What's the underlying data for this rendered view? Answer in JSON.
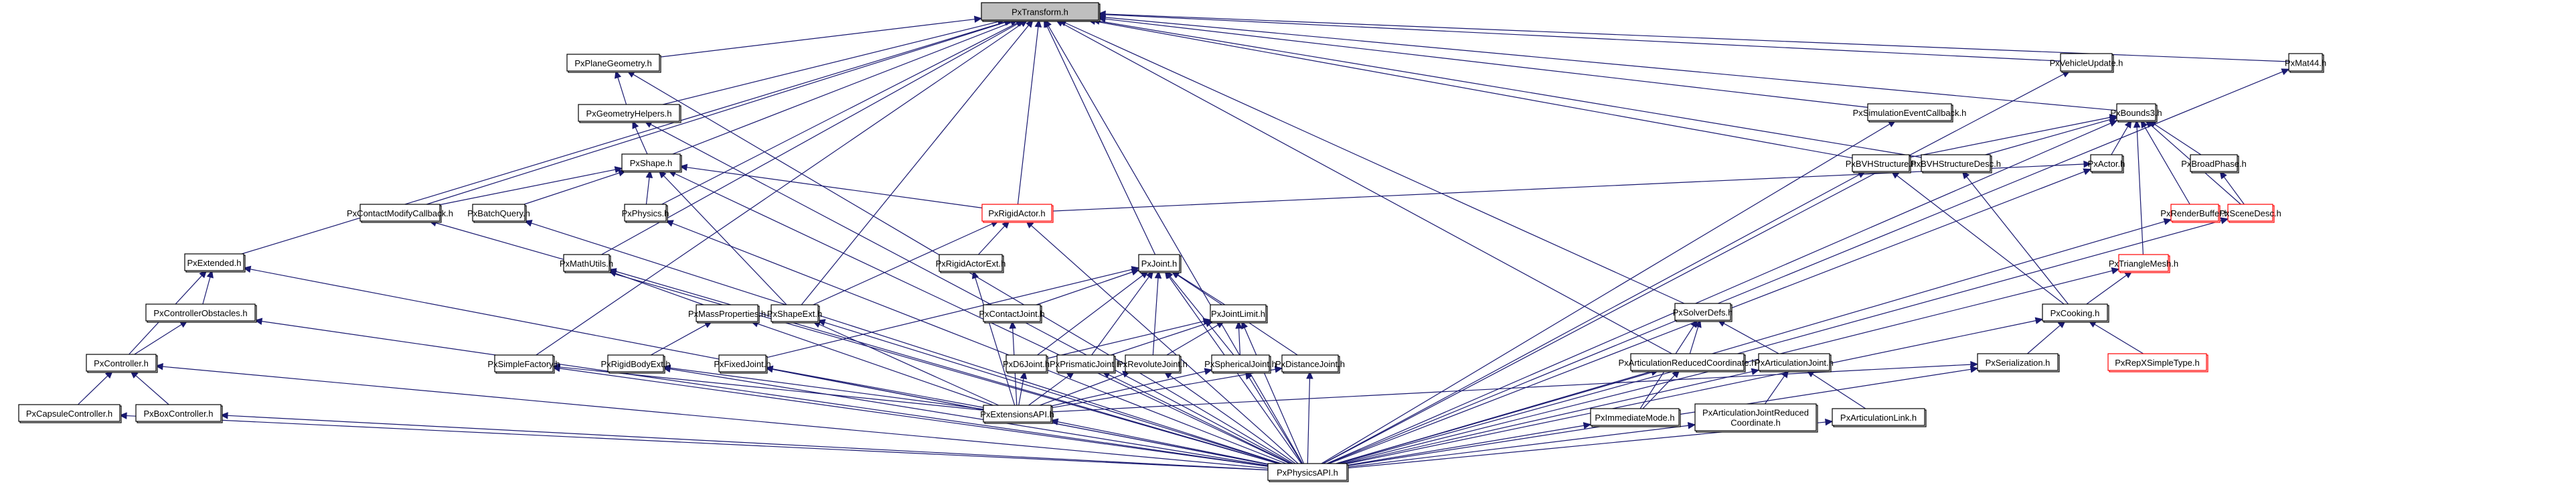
{
  "graph": {
    "title": "PxTransform.h",
    "description": "Doxygen included-by dependency graph",
    "edge_color": "#191970",
    "node_border_default": "#000000",
    "node_border_incomplete": "#ff0000",
    "root_fill": "#bfbfbf",
    "nodes": [
      {
        "id": "PxTransform",
        "label": "PxTransform.h",
        "style": "current"
      },
      {
        "id": "PxPlaneGeometry",
        "label": "PxPlaneGeometry.h",
        "style": "normal"
      },
      {
        "id": "PxGeometryHelpers",
        "label": "PxGeometryHelpers.h",
        "style": "normal"
      },
      {
        "id": "PxShape",
        "label": "PxShape.h",
        "style": "normal"
      },
      {
        "id": "PxContactModifyCallback",
        "label": "PxContactModifyCallback.h",
        "style": "normal"
      },
      {
        "id": "PxBatchQuery",
        "label": "PxBatchQuery.h",
        "style": "normal"
      },
      {
        "id": "PxPhysics",
        "label": "PxPhysics.h",
        "style": "normal"
      },
      {
        "id": "PxRigidActor",
        "label": "PxRigidActor.h",
        "style": "red"
      },
      {
        "id": "PxRigidActorExt",
        "label": "PxRigidActorExt.h",
        "style": "normal"
      },
      {
        "id": "PxExtended",
        "label": "PxExtended.h",
        "style": "normal"
      },
      {
        "id": "PxControllerObstacles",
        "label": "PxControllerObstacles.h",
        "style": "normal"
      },
      {
        "id": "PxController",
        "label": "PxController.h",
        "style": "normal"
      },
      {
        "id": "PxCapsuleController",
        "label": "PxCapsuleController.h",
        "style": "normal"
      },
      {
        "id": "PxBoxController",
        "label": "PxBoxController.h",
        "style": "normal"
      },
      {
        "id": "PxMathUtils",
        "label": "PxMathUtils.h",
        "style": "normal"
      },
      {
        "id": "PxMassProperties",
        "label": "PxMassProperties.h",
        "style": "normal"
      },
      {
        "id": "PxShapeExt",
        "label": "PxShapeExt.h",
        "style": "normal"
      },
      {
        "id": "PxSimpleFactory",
        "label": "PxSimpleFactory.h",
        "style": "normal"
      },
      {
        "id": "PxRigidBodyExt",
        "label": "PxRigidBodyExt.h",
        "style": "normal"
      },
      {
        "id": "PxFixedJoint",
        "label": "PxFixedJoint.h",
        "style": "normal"
      },
      {
        "id": "PxJoint",
        "label": "PxJoint.h",
        "style": "normal"
      },
      {
        "id": "PxContactJoint",
        "label": "PxContactJoint.h",
        "style": "normal"
      },
      {
        "id": "PxJointLimit",
        "label": "PxJointLimit.h",
        "style": "normal"
      },
      {
        "id": "PxD6Joint",
        "label": "PxD6Joint.h",
        "style": "normal"
      },
      {
        "id": "PxPrismaticJoint",
        "label": "PxPrismaticJoint.h",
        "style": "normal"
      },
      {
        "id": "PxRevoluteJoint",
        "label": "PxRevoluteJoint.h",
        "style": "normal"
      },
      {
        "id": "PxSphericalJoint",
        "label": "PxSphericalJoint.h",
        "style": "normal"
      },
      {
        "id": "PxDistanceJoint",
        "label": "PxDistanceJoint.h",
        "style": "normal"
      },
      {
        "id": "PxExtensionsAPI",
        "label": "PxExtensionsAPI.h",
        "style": "normal"
      },
      {
        "id": "PxPhysicsAPI",
        "label": "PxPhysicsAPI.h",
        "style": "normal"
      },
      {
        "id": "PxSolverDefs",
        "label": "PxSolverDefs.h",
        "style": "normal"
      },
      {
        "id": "PxArticulationReducedCoordinate",
        "label": "PxArticulationReducedCoordinate.h",
        "style": "normal"
      },
      {
        "id": "PxArticulationJoint",
        "label": "PxArticulationJoint.h",
        "style": "normal"
      },
      {
        "id": "PxImmediateMode",
        "label": "PxImmediateMode.h",
        "style": "normal"
      },
      {
        "id": "PxArticulationJointReducedCoordinate",
        "label": "PxArticulationJointReduced",
        "label2": "Coordinate.h",
        "style": "normal"
      },
      {
        "id": "PxArticulationLink",
        "label": "PxArticulationLink.h",
        "style": "normal"
      },
      {
        "id": "PxSimulationEventCallback",
        "label": "PxSimulationEventCallback.h",
        "style": "normal"
      },
      {
        "id": "PxBVHStructure",
        "label": "PxBVHStructure.h",
        "style": "normal"
      },
      {
        "id": "PxBVHStructureDesc",
        "label": "PxBVHStructureDesc.h",
        "style": "normal"
      },
      {
        "id": "PxVehicleUpdate",
        "label": "PxVehicleUpdate.h",
        "style": "normal"
      },
      {
        "id": "PxMat44",
        "label": "PxMat44.h",
        "style": "normal"
      },
      {
        "id": "PxBounds3",
        "label": "PxBounds3.h",
        "style": "normal"
      },
      {
        "id": "PxActor",
        "label": "PxActor.h",
        "style": "normal"
      },
      {
        "id": "PxBroadPhase",
        "label": "PxBroadPhase.h",
        "style": "normal"
      },
      {
        "id": "PxRenderBuffer",
        "label": "PxRenderBuffer.h",
        "style": "red"
      },
      {
        "id": "PxSceneDesc",
        "label": "PxSceneDesc.h",
        "style": "red"
      },
      {
        "id": "PxTriangleMesh",
        "label": "PxTriangleMesh.h",
        "style": "red"
      },
      {
        "id": "PxCooking",
        "label": "PxCooking.h",
        "style": "normal"
      },
      {
        "id": "PxSerialization",
        "label": "PxSerialization.h",
        "style": "normal"
      },
      {
        "id": "PxRepXSimpleType",
        "label": "PxRepXSimpleType.h",
        "style": "red"
      }
    ],
    "edges": [
      [
        "PxPlaneGeometry",
        "PxTransform"
      ],
      [
        "PxGeometryHelpers",
        "PxTransform"
      ],
      [
        "PxShape",
        "PxTransform"
      ],
      [
        "PxContactModifyCallback",
        "PxTransform"
      ],
      [
        "PxPhysics",
        "PxTransform"
      ],
      [
        "PxRigidActor",
        "PxTransform"
      ],
      [
        "PxExtended",
        "PxTransform"
      ],
      [
        "PxMathUtils",
        "PxTransform"
      ],
      [
        "PxSimpleFactory",
        "PxTransform"
      ],
      [
        "PxJoint",
        "PxTransform"
      ],
      [
        "PxShapeExt",
        "PxTransform"
      ],
      [
        "PxArticulationReducedCoordinate",
        "PxTransform"
      ],
      [
        "PxSolverDefs",
        "PxTransform"
      ],
      [
        "PxBVHStructure",
        "PxTransform"
      ],
      [
        "PxBVHStructureDesc",
        "PxTransform"
      ],
      [
        "PxSimulationEventCallback",
        "PxTransform"
      ],
      [
        "PxVehicleUpdate",
        "PxTransform"
      ],
      [
        "PxMat44",
        "PxTransform"
      ],
      [
        "PxBounds3",
        "PxTransform"
      ],
      [
        "PxPhysicsAPI",
        "PxTransform"
      ],
      [
        "PxGeometryHelpers",
        "PxPlaneGeometry"
      ],
      [
        "PxPhysicsAPI",
        "PxPlaneGeometry"
      ],
      [
        "PxShape",
        "PxGeometryHelpers"
      ],
      [
        "PxPhysicsAPI",
        "PxGeometryHelpers"
      ],
      [
        "PxContactModifyCallback",
        "PxShape"
      ],
      [
        "PxBatchQuery",
        "PxShape"
      ],
      [
        "PxPhysics",
        "PxShape"
      ],
      [
        "PxRigidActor",
        "PxShape"
      ],
      [
        "PxShapeExt",
        "PxShape"
      ],
      [
        "PxPhysicsAPI",
        "PxShape"
      ],
      [
        "PxPhysicsAPI",
        "PxContactModifyCallback"
      ],
      [
        "PxPhysicsAPI",
        "PxBatchQuery"
      ],
      [
        "PxPhysicsAPI",
        "PxPhysics"
      ],
      [
        "PxRigidActorExt",
        "PxRigidActor"
      ],
      [
        "PxShapeExt",
        "PxRigidActor"
      ],
      [
        "PxPhysicsAPI",
        "PxRigidActor"
      ],
      [
        "PxExtensionsAPI",
        "PxRigidActorExt"
      ],
      [
        "PxControllerObstacles",
        "PxExtended"
      ],
      [
        "PxController",
        "PxExtended"
      ],
      [
        "PxPhysicsAPI",
        "PxExtended"
      ],
      [
        "PxController",
        "PxControllerObstacles"
      ],
      [
        "PxPhysicsAPI",
        "PxControllerObstacles"
      ],
      [
        "PxCapsuleController",
        "PxController"
      ],
      [
        "PxBoxController",
        "PxController"
      ],
      [
        "PxPhysicsAPI",
        "PxController"
      ],
      [
        "PxPhysicsAPI",
        "PxCapsuleController"
      ],
      [
        "PxPhysicsAPI",
        "PxBoxController"
      ],
      [
        "PxMassProperties",
        "PxMathUtils"
      ],
      [
        "PxPhysicsAPI",
        "PxMathUtils"
      ],
      [
        "PxRigidBodyExt",
        "PxMassProperties"
      ],
      [
        "PxExtensionsAPI",
        "PxMassProperties"
      ],
      [
        "PxExtensionsAPI",
        "PxShapeExt"
      ],
      [
        "PxPhysicsAPI",
        "PxShapeExt"
      ],
      [
        "PxExtensionsAPI",
        "PxSimpleFactory"
      ],
      [
        "PxPhysicsAPI",
        "PxSimpleFactory"
      ],
      [
        "PxExtensionsAPI",
        "PxRigidBodyExt"
      ],
      [
        "PxPhysicsAPI",
        "PxRigidBodyExt"
      ],
      [
        "PxExtensionsAPI",
        "PxFixedJoint"
      ],
      [
        "PxPhysicsAPI",
        "PxFixedJoint"
      ],
      [
        "PxFixedJoint",
        "PxJoint"
      ],
      [
        "PxContactJoint",
        "PxJoint"
      ],
      [
        "PxJointLimit",
        "PxJoint"
      ],
      [
        "PxD6Joint",
        "PxJoint"
      ],
      [
        "PxPrismaticJoint",
        "PxJoint"
      ],
      [
        "PxRevoluteJoint",
        "PxJoint"
      ],
      [
        "PxSphericalJoint",
        "PxJoint"
      ],
      [
        "PxDistanceJoint",
        "PxJoint"
      ],
      [
        "PxPhysicsAPI",
        "PxJoint"
      ],
      [
        "PxExtensionsAPI",
        "PxContactJoint"
      ],
      [
        "PxD6Joint",
        "PxJointLimit"
      ],
      [
        "PxPrismaticJoint",
        "PxJointLimit"
      ],
      [
        "PxRevoluteJoint",
        "PxJointLimit"
      ],
      [
        "PxSphericalJoint",
        "PxJointLimit"
      ],
      [
        "PxPhysicsAPI",
        "PxJointLimit"
      ],
      [
        "PxExtensionsAPI",
        "PxD6Joint"
      ],
      [
        "PxExtensionsAPI",
        "PxPrismaticJoint"
      ],
      [
        "PxPhysicsAPI",
        "PxPrismaticJoint"
      ],
      [
        "PxExtensionsAPI",
        "PxRevoluteJoint"
      ],
      [
        "PxPhysicsAPI",
        "PxRevoluteJoint"
      ],
      [
        "PxExtensionsAPI",
        "PxSphericalJoint"
      ],
      [
        "PxPhysicsAPI",
        "PxSphericalJoint"
      ],
      [
        "PxExtensionsAPI",
        "PxDistanceJoint"
      ],
      [
        "PxPhysicsAPI",
        "PxDistanceJoint"
      ],
      [
        "PxPhysicsAPI",
        "PxExtensionsAPI"
      ],
      [
        "PxArticulationReducedCoordinate",
        "PxSolverDefs"
      ],
      [
        "PxArticulationJoint",
        "PxSolverDefs"
      ],
      [
        "PxImmediateMode",
        "PxSolverDefs"
      ],
      [
        "PxImmediateMode",
        "PxArticulationReducedCoordinate"
      ],
      [
        "PxPhysicsAPI",
        "PxArticulationReducedCoordinate"
      ],
      [
        "PxArticulationJointReducedCoordinate",
        "PxArticulationJoint"
      ],
      [
        "PxArticulationLink",
        "PxArticulationJoint"
      ],
      [
        "PxPhysicsAPI",
        "PxArticulationJoint"
      ],
      [
        "PxPhysicsAPI",
        "PxImmediateMode"
      ],
      [
        "PxPhysicsAPI",
        "PxArticulationJointReducedCoordinate"
      ],
      [
        "PxPhysicsAPI",
        "PxArticulationLink"
      ],
      [
        "PxPhysicsAPI",
        "PxSimulationEventCallback"
      ],
      [
        "PxCooking",
        "PxBVHStructure"
      ],
      [
        "PxPhysicsAPI",
        "PxBVHStructure"
      ],
      [
        "PxCooking",
        "PxBVHStructureDesc"
      ],
      [
        "PxPhysicsAPI",
        "PxVehicleUpdate"
      ],
      [
        "PxPhysicsAPI",
        "PxMat44"
      ],
      [
        "PxBVHStructure",
        "PxBounds3"
      ],
      [
        "PxBVHStructureDesc",
        "PxBounds3"
      ],
      [
        "PxActor",
        "PxBounds3"
      ],
      [
        "PxBroadPhase",
        "PxBounds3"
      ],
      [
        "PxRenderBuffer",
        "PxBounds3"
      ],
      [
        "PxSceneDesc",
        "PxBounds3"
      ],
      [
        "PxTriangleMesh",
        "PxBounds3"
      ],
      [
        "PxPhysicsAPI",
        "PxBounds3"
      ],
      [
        "PxRigidActor",
        "PxActor"
      ],
      [
        "PxPhysicsAPI",
        "PxActor"
      ],
      [
        "PxSceneDesc",
        "PxBroadPhase"
      ],
      [
        "PxPhysicsAPI",
        "PxRenderBuffer"
      ],
      [
        "PxPhysicsAPI",
        "PxSceneDesc"
      ],
      [
        "PxCooking",
        "PxTriangleMesh"
      ],
      [
        "PxPhysicsAPI",
        "PxTriangleMesh"
      ],
      [
        "PxSerialization",
        "PxCooking"
      ],
      [
        "PxRepXSimpleType",
        "PxCooking"
      ],
      [
        "PxPhysicsAPI",
        "PxCooking"
      ],
      [
        "PxExtensionsAPI",
        "PxSerialization"
      ],
      [
        "PxPhysicsAPI",
        "PxSerialization"
      ]
    ]
  }
}
